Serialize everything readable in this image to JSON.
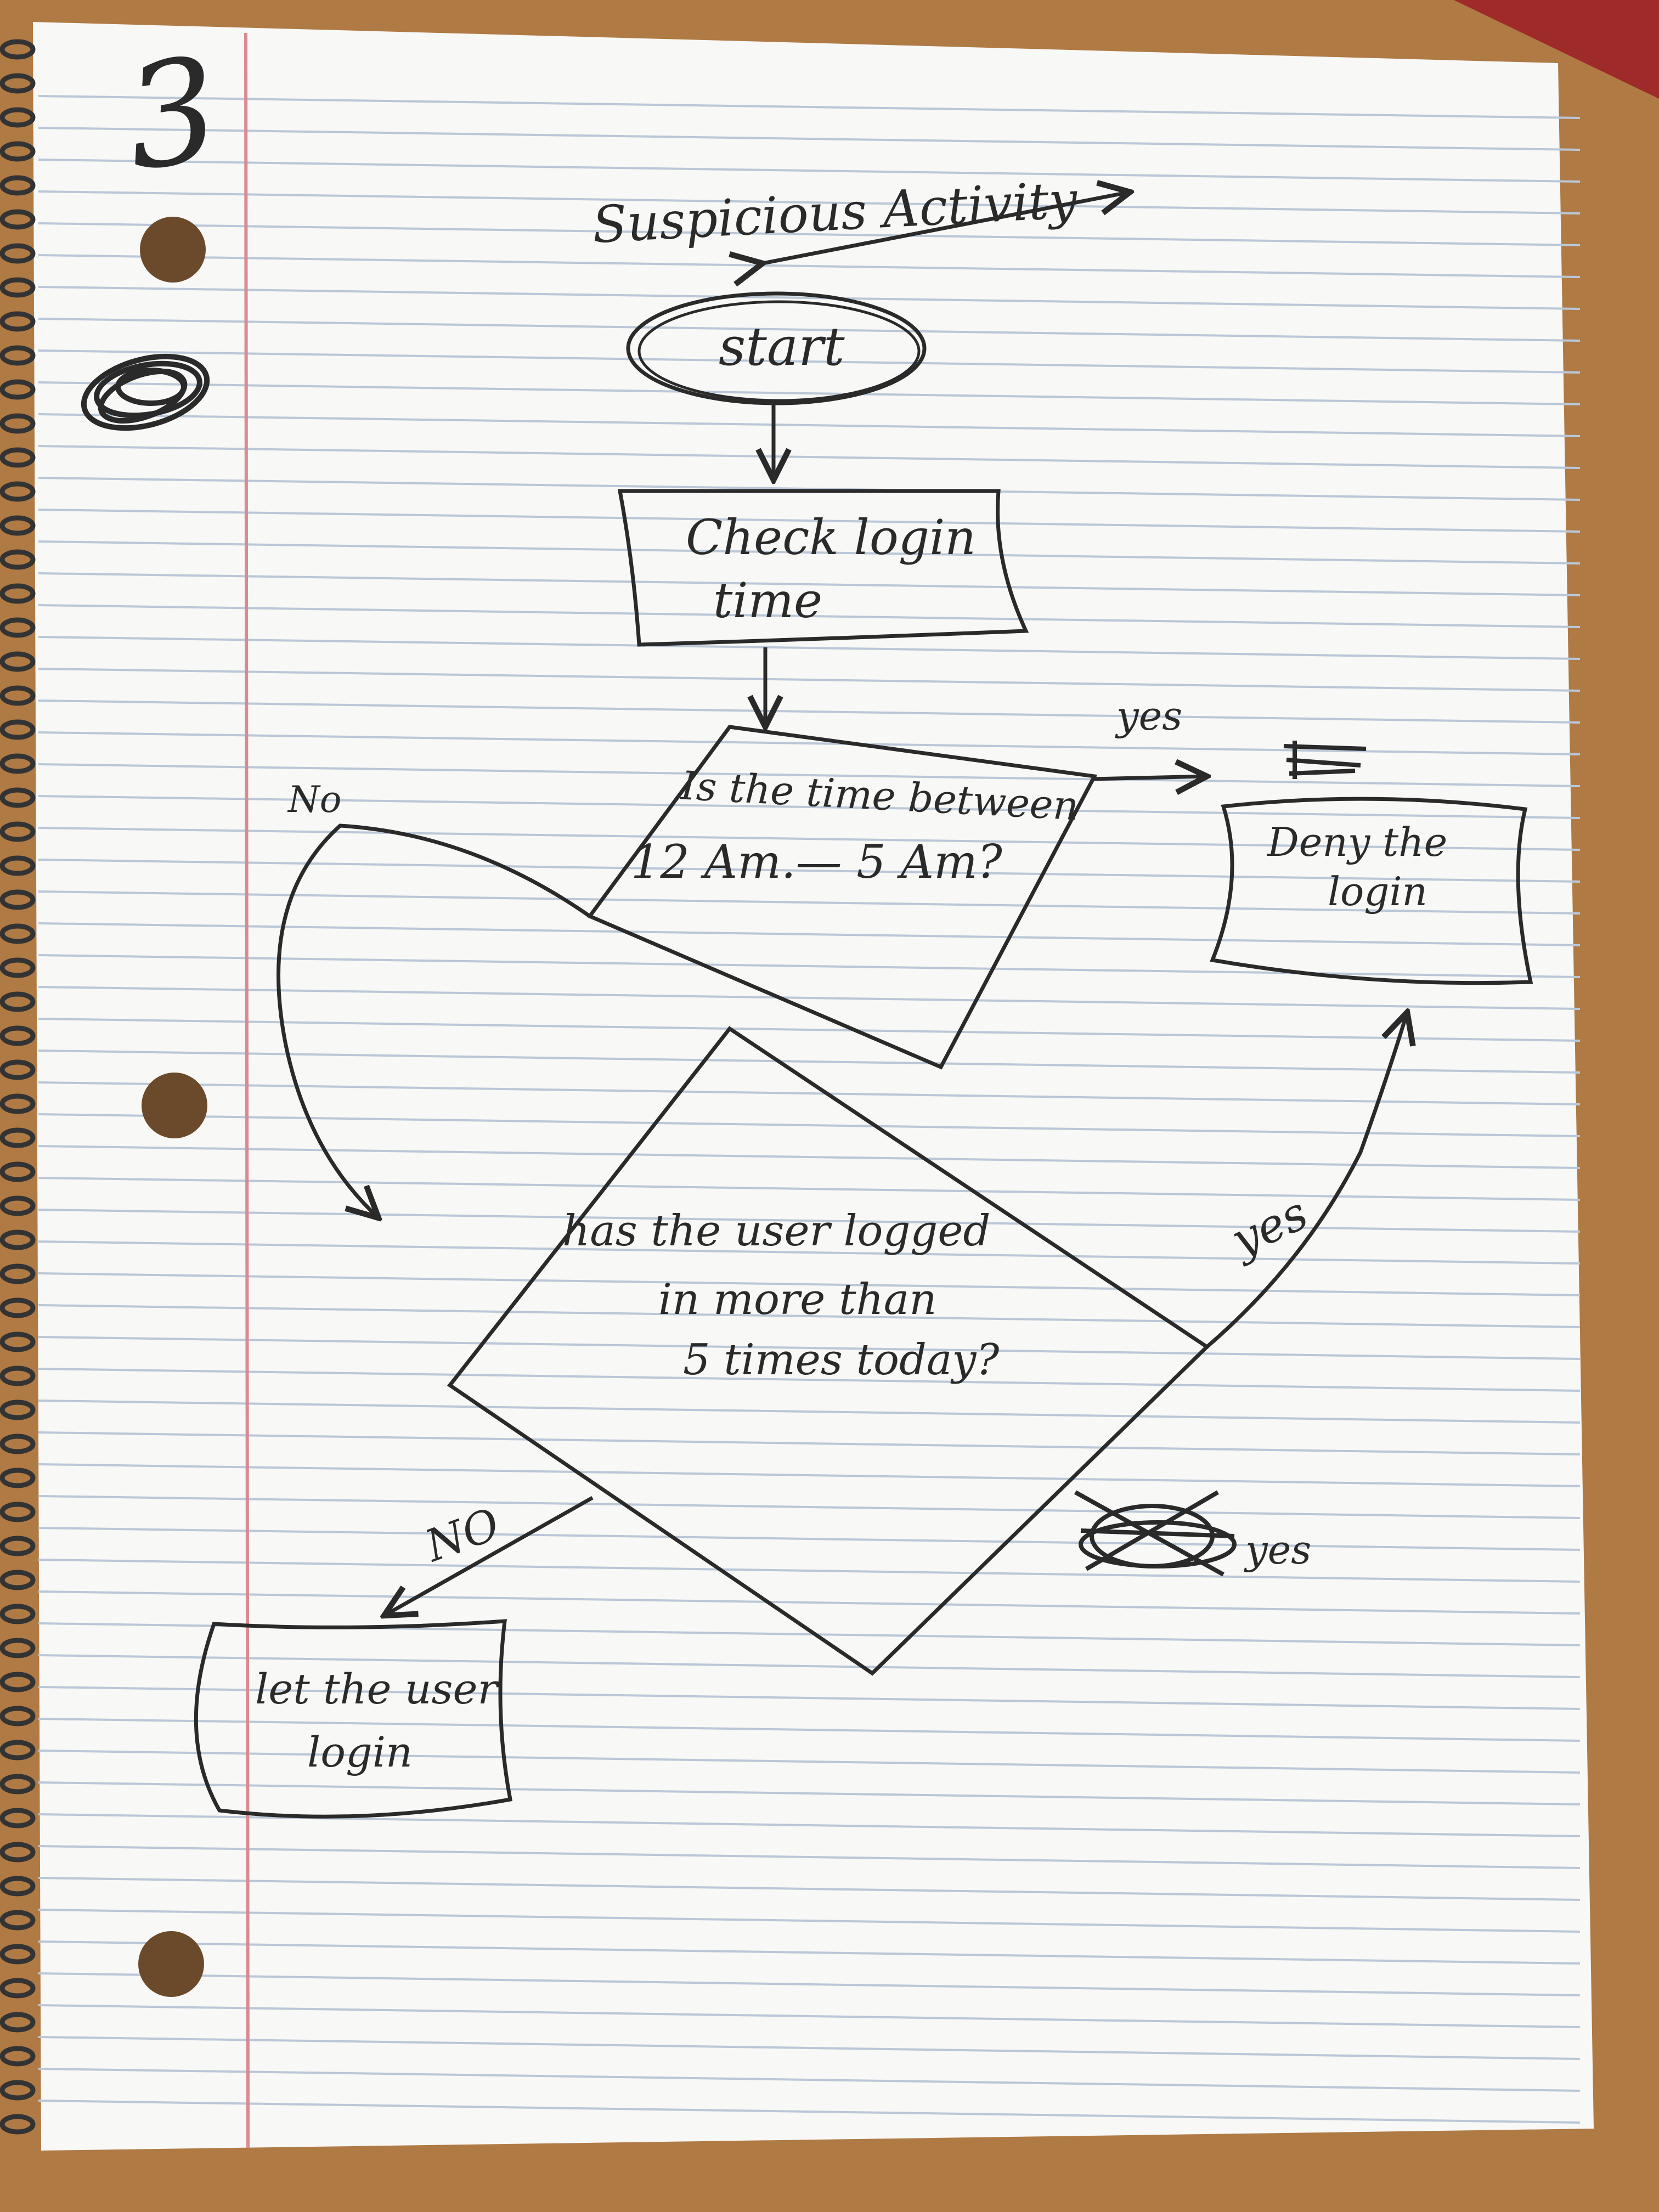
{
  "diagram": {
    "page_number": "3",
    "title": "Suspicious Activity",
    "nodes": {
      "start": {
        "label": "start"
      },
      "check_time": {
        "line1": "Check login",
        "line2": "time"
      },
      "decision_time": {
        "line1": "Is the time between",
        "line2": "12 Am.— 5 Am?"
      },
      "decision_logins": {
        "line1": "has the user logged",
        "line2": "in more than",
        "line3": "5 times today?"
      },
      "deny": {
        "line1": "Deny the",
        "line2": "login"
      },
      "allow": {
        "line1": "let the user",
        "line2": "login"
      }
    },
    "edge_labels": {
      "time_yes": "yes",
      "time_no": "No",
      "logins_yes": "yes",
      "logins_no": "NO",
      "struck_yes": "yes"
    }
  },
  "colors": {
    "ink": "#2a2a2a",
    "paper": "#f8f8f6",
    "rule_line": "#b9c7d8",
    "margin_line": "#d98a92",
    "desk": "#b07a45"
  },
  "icons": {
    "spiral": "spiral-binding-icon",
    "hole": "punch-hole-icon",
    "scribble": "scribble-icon"
  }
}
